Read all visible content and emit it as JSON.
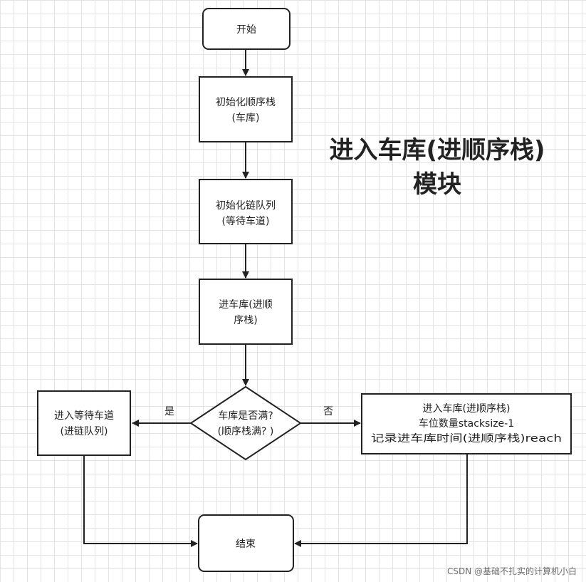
{
  "title": {
    "line1": "进入车库(进顺序栈)",
    "line2": "模块"
  },
  "nodes": {
    "start": "开始",
    "init_stack": [
      "初始化顺序栈",
      "(车库)"
    ],
    "init_queue": [
      "初始化链队列",
      "(等待车道)"
    ],
    "enter_stack": [
      "进车库(进顺",
      "序栈)"
    ],
    "decision": [
      "车库是否满?",
      "(顺序栈满? )"
    ],
    "enter_queue": [
      "进入等待车道",
      "(进链队列)"
    ],
    "enter_stack_detail": [
      "进入车库(进顺序栈)",
      "车位数量stacksize-1",
      "记录进车库时间(进顺序栈)reach"
    ],
    "end": "结束"
  },
  "edge_labels": {
    "yes": "是",
    "no": "否"
  },
  "watermark": "CSDN @基础不扎实的计算机小白"
}
